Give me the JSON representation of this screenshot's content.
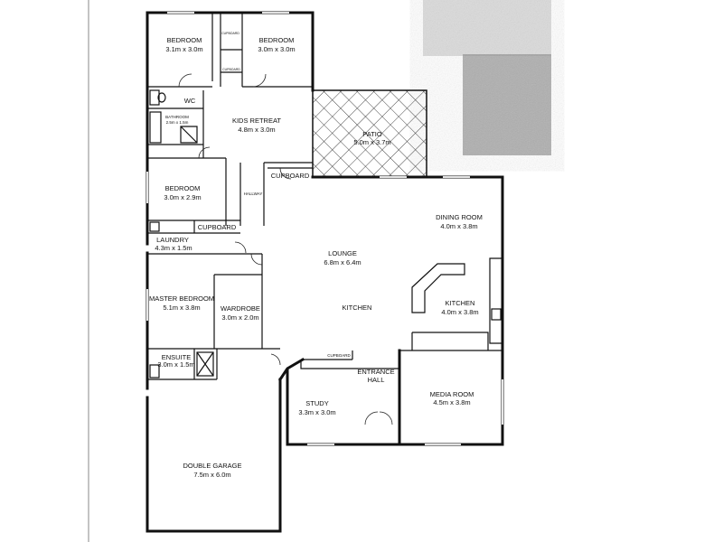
{
  "rooms": {
    "bedroom2": {
      "name": "BEDROOM",
      "size": "3.1m x 3.0m"
    },
    "bedroom3": {
      "name": "BEDROOM",
      "size": "3.0m x 3.0m"
    },
    "bedroom4": {
      "name": "BEDROOM",
      "size": "3.0m x 2.9m"
    },
    "wc": {
      "name": "WC"
    },
    "bathroom": {
      "name": "BATHROOM",
      "size": "2.5m x 1.5m"
    },
    "kids_retreat": {
      "name": "KIDS RETREAT",
      "size": "4.8m x 3.0m"
    },
    "patio": {
      "name": "PATIO",
      "size": "5.0m x 3.7m"
    },
    "hallway": {
      "name": "HALLWAY"
    },
    "laundry": {
      "name": "LAUNDRY",
      "size": "4.3m x 1.5m"
    },
    "master_bedroom": {
      "name": "MASTER BEDROOM",
      "size": "5.1m x 3.8m"
    },
    "wardrobe": {
      "name": "WARDROBE",
      "size": "3.0m x 2.0m"
    },
    "ensuite": {
      "name": "ENSUITE",
      "size": "3.0m x 1.5m"
    },
    "lounge": {
      "name": "LOUNGE",
      "size": "6.8m x 6.4m"
    },
    "kitchen_left": {
      "name": "KITCHEN"
    },
    "dining": {
      "name": "DINING ROOM",
      "size": "4.0m x 3.8m"
    },
    "kitchen": {
      "name": "KITCHEN",
      "size": "4.0m x 3.8m"
    },
    "entrance": {
      "line1": "ENTRANCE",
      "line2": "HALL"
    },
    "study": {
      "name": "STUDY",
      "size": "3.3m x 3.0m"
    },
    "media": {
      "name": "MEDIA ROOM",
      "size": "4.5m x 3.8m"
    },
    "garage": {
      "name": "DOUBLE GARAGE",
      "size": "7.5m x 6.0m"
    }
  },
  "cupboards": {
    "top_left": "CUPBOARD",
    "top_mid": "CUPBOARD",
    "retreat": "CUPBOARD",
    "laundry": "CUPBOARD",
    "entry": "CUPBOARD"
  }
}
